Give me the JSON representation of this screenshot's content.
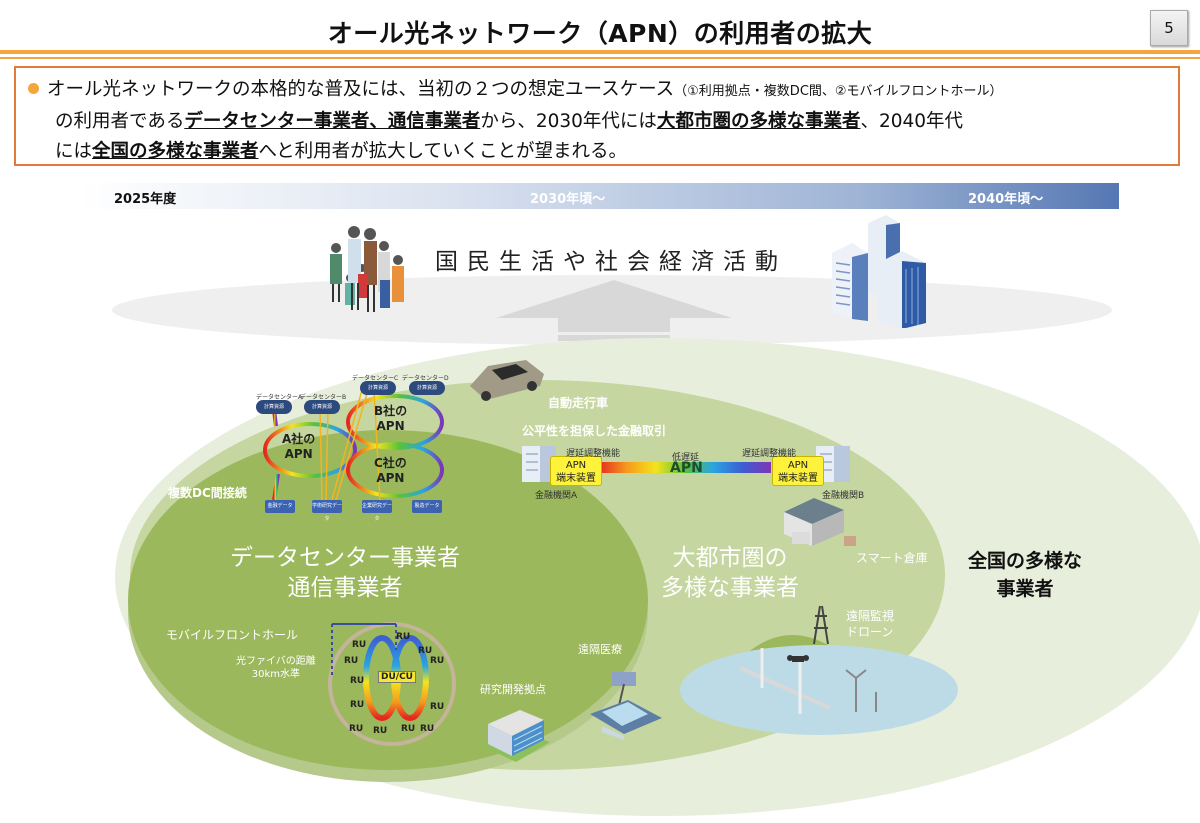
{
  "header": {
    "title": "オール光ネットワーク（APN）の利用者の拡大",
    "page_number": "5"
  },
  "summary": {
    "text_1": "オール光ネットワークの本格的な普及には、当初の２つの想定ユースケース",
    "text_1_small": "（①利用拠点・複数DC間、②モバイルフロントホール）",
    "text_2": "の利用者である",
    "emph_1": "データセンター事業者、通信事業者",
    "text_3": "から、2030年代には",
    "emph_2": "大都市圏の多様な事業者",
    "text_4": "、2040年代",
    "text_5": "には",
    "emph_3": "全国の多様な事業者",
    "text_6": "へと利用者が拡大していくことが望まれる。"
  },
  "timeline": {
    "start": "2025年度",
    "mid": "2030年頃～",
    "end": "2040年頃～"
  },
  "society": {
    "label": "国民生活や社会経済活動"
  },
  "circles": {
    "inner": {
      "line1": "データセンター事業者",
      "line2": "通信事業者"
    },
    "middle": {
      "line1": "大都市圏の",
      "line2": "多様な事業者"
    },
    "outer": {
      "line1": "全国の多様な",
      "line2": "事業者"
    }
  },
  "dc_diagram": {
    "label": "複数DC間接続",
    "data_centers": [
      "データセンターA",
      "データセンターB",
      "データセンターC",
      "データセンターD"
    ],
    "cloud_label": "計算資源",
    "rings": [
      {
        "line1": "A社の",
        "line2": "APN"
      },
      {
        "line1": "B社の",
        "line2": "APN"
      },
      {
        "line1": "C社の",
        "line2": "APN"
      }
    ],
    "data_boxes": [
      "金融データ",
      "学術研究データ",
      "企業研究データ",
      "製造データ"
    ]
  },
  "finance": {
    "self_driving": "自動走行車",
    "title": "公平性を担保した金融取引",
    "delay_left": "遅延調整機能",
    "delay_right": "遅延調整機能",
    "low_latency": "低遅延",
    "apn": "APN",
    "terminal_left": {
      "line1": "APN",
      "line2": "端末装置"
    },
    "terminal_right": {
      "line1": "APN",
      "line2": "端末装置"
    },
    "bank_a": "金融機関A",
    "bank_b": "金融機関B"
  },
  "use_cases": {
    "smart_warehouse": "スマート倉庫",
    "remote_monitoring": {
      "line1": "遠隔監視",
      "line2": "ドローン"
    },
    "remote_medical": "遠隔医療",
    "rnd_base": "研究開発拠点"
  },
  "fronthaul": {
    "label": "モバイルフロントホール",
    "distance_line1": "光ファイバの距離",
    "distance_line2": "30km水準",
    "du_cu": "DU/CU",
    "ru": "RU"
  },
  "colors": {
    "accent_orange": "#f4a63c",
    "box_border": "#e07b39",
    "inner_green": "#9cb85d",
    "middle_green": "#c5d6a0",
    "outer_green": "#e8eedc",
    "timeline_blue": "#5577b3"
  }
}
